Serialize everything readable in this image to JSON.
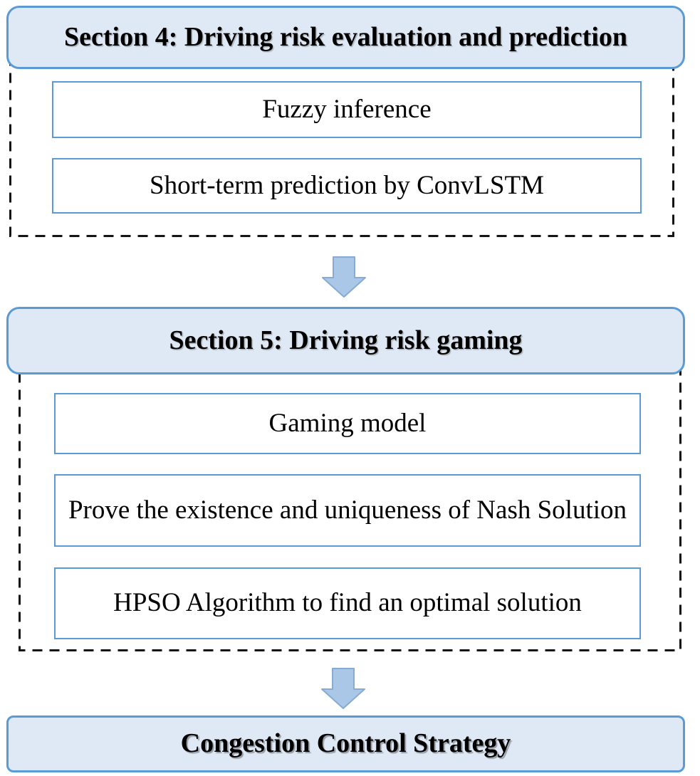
{
  "diagram": {
    "section4": {
      "title": "Section 4: Driving risk evaluation and prediction",
      "steps": [
        "Fuzzy inference",
        "Short-term prediction by ConvLSTM"
      ]
    },
    "section5": {
      "title": "Section 5: Driving risk gaming",
      "steps": [
        "Gaming model",
        "Prove the existence and uniqueness of Nash Solution",
        "HPSO Algorithm to find an optimal solution"
      ]
    },
    "outcome": {
      "title": "Congestion Control Strategy"
    }
  },
  "icons": {
    "arrow1": "down-arrow",
    "arrow2": "down-arrow"
  },
  "colors": {
    "header_fill": "#dfe9f6",
    "header_border": "#5b9bd5",
    "step_border": "#5b9bd5",
    "step_fill": "#ffffff",
    "arrow_fill": "#abc7e7",
    "arrow_stroke": "#87abd3",
    "dashed_border": "#141414",
    "text": "#000000"
  }
}
